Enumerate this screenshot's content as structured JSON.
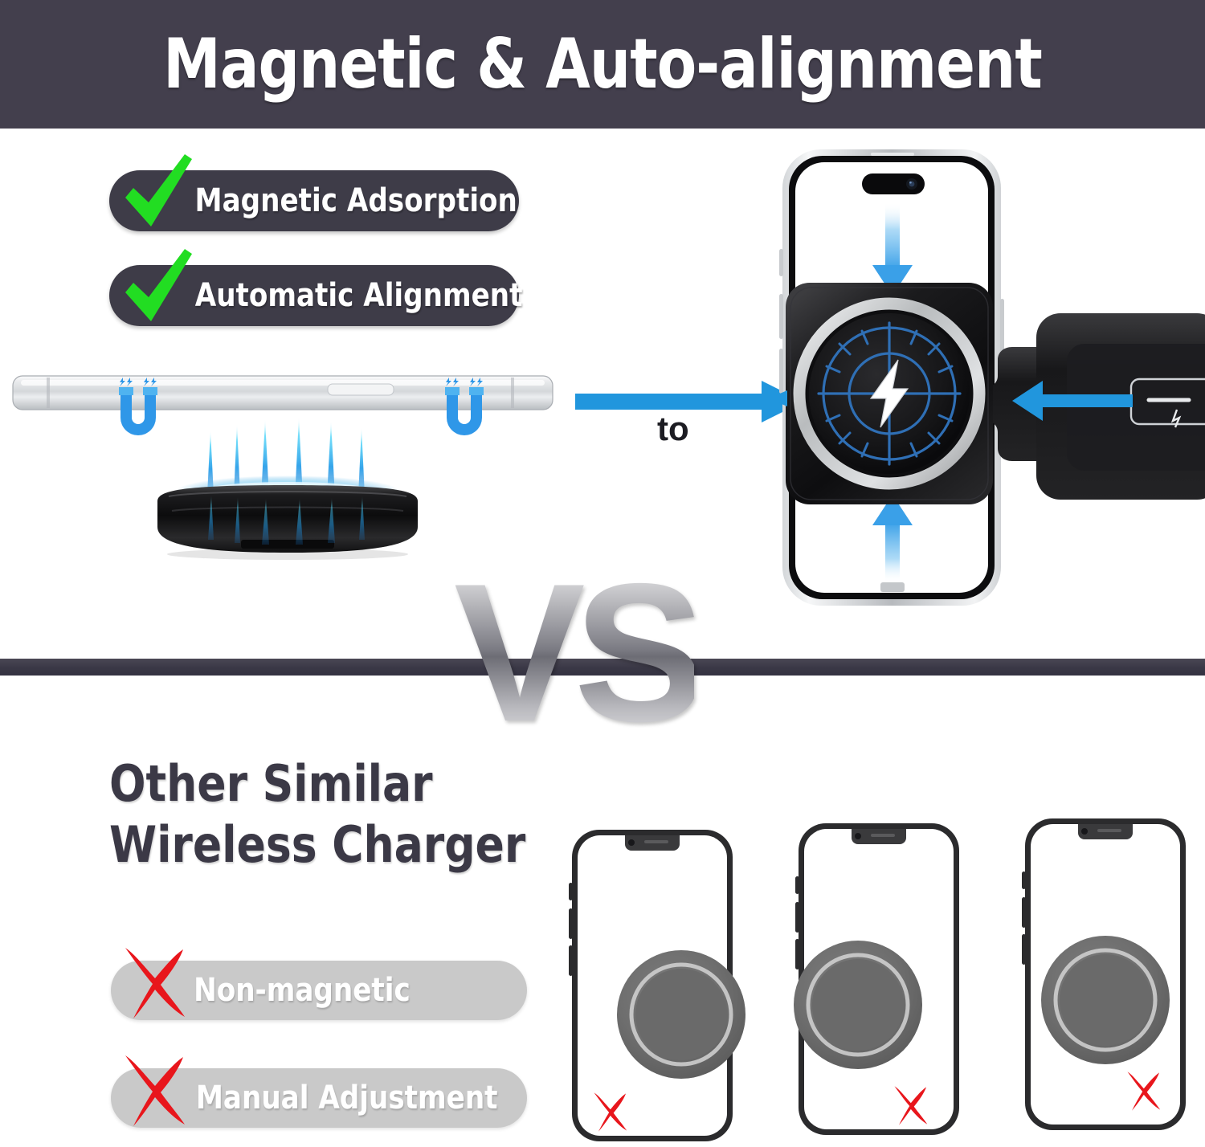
{
  "header": {
    "title": "Magnetic & Auto-alignment",
    "background_color": "#433f4d",
    "text_color": "#ffffff"
  },
  "divider": {
    "color": "#3a3846"
  },
  "comparison": {
    "vs_label": "VS",
    "vs_color": "#7c7c84"
  },
  "top_section": {
    "features": [
      {
        "label": "Magnetic Adsorption",
        "icon": "check-icon",
        "icon_color": "#22dd22",
        "pill_color": "#3e3c48",
        "status": "yes"
      },
      {
        "label": "Automatic Alignment",
        "icon": "check-icon",
        "icon_color": "#22dd22",
        "pill_color": "#3e3c48",
        "status": "yes"
      }
    ],
    "transition_label": "to",
    "arrow_color": "#2196dd",
    "magnet_icon_color": "#2f97e8",
    "beam_color": "#28c8ef",
    "magsafe_target_color": "#2f6fb5",
    "magsafe_ring_color": "#c9cbcd",
    "bolt_color": "#ffffff"
  },
  "bottom_section": {
    "heading_line1": "Other Similar",
    "heading_line2": "Wireless Charger",
    "heading_color": "#3b3946",
    "features": [
      {
        "label": "Non-magnetic",
        "icon": "x-icon",
        "icon_color": "#e8161c",
        "pill_color": "#c9c9c9",
        "status": "no"
      },
      {
        "label": "Manual Adjustment",
        "icon": "x-icon",
        "icon_color": "#e8161c",
        "pill_color": "#c9c9c9",
        "status": "no"
      }
    ],
    "phones": [
      {
        "name": "phone-1",
        "pad_color": "#6e6e6e",
        "pad_offset": "right",
        "x_position": "bottom-left"
      },
      {
        "name": "phone-2",
        "pad_color": "#6e6e6e",
        "pad_offset": "left",
        "x_position": "bottom-right"
      },
      {
        "name": "phone-3",
        "pad_color": "#6e6e6e",
        "pad_offset": "center",
        "x_position": "bottom-right"
      }
    ]
  }
}
